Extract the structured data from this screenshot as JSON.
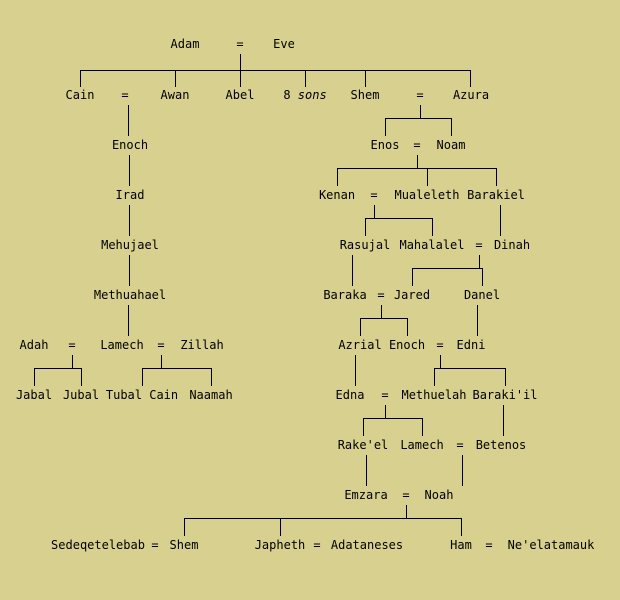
{
  "diagram": {
    "type": "family-tree",
    "colors": {
      "background": "#d8d08f",
      "line": "#000000",
      "text": "#000000"
    }
  },
  "glyphs": {
    "equals": "="
  },
  "people": {
    "adam": "Adam",
    "eve": "Eve",
    "cain": "Cain",
    "awan": "Awan",
    "abel": "Abel",
    "eight_sons_number": "8",
    "eight_sons_word": "sons",
    "shem": "Shem",
    "azura": "Azura",
    "enoch_line_cain": "Enoch",
    "irad": "Irad",
    "mehujael": "Mehujael",
    "methuahael": "Methuahael",
    "adah": "Adah",
    "lamech_line_cain": "Lamech",
    "zillah": "Zillah",
    "jabal": "Jabal",
    "jubal": "Jubal",
    "tubal_cain": "Tubal Cain",
    "naamah": "Naamah",
    "enos": "Enos",
    "noam": "Noam",
    "kenan": "Kenan",
    "mualeleth": "Mualeleth",
    "barakiel": "Barakiel",
    "rasujal": "Rasujal",
    "mahalalel": "Mahalalel",
    "dinah": "Dinah",
    "baraka": "Baraka",
    "jared": "Jared",
    "danel": "Danel",
    "azrial": "Azrial",
    "enoch_line_seth": "Enoch",
    "edni": "Edni",
    "edna": "Edna",
    "methuelah": "Methuelah",
    "barakiil": "Baraki'il",
    "rakeel": "Rake'el",
    "lamech_line_seth": "Lamech",
    "betenos": "Betenos",
    "emzara": "Emzara",
    "noah": "Noah",
    "sedeqetelebab": "Sedeqetelebab",
    "shem_son_of_noah": "Shem",
    "japheth": "Japheth",
    "adataneses": "Adataneses",
    "ham": "Ham",
    "neelatamauk": "Ne'elatamauk"
  },
  "genealogy": [
    {
      "parents": [
        "Adam",
        "Eve"
      ],
      "children": [
        "Cain",
        "Awan",
        "Abel",
        "8 sons",
        "Shem",
        "Azura"
      ]
    },
    {
      "parents": [
        "Cain",
        "Awan"
      ],
      "children": [
        "Enoch"
      ]
    },
    {
      "parents": [
        "Enoch"
      ],
      "children": [
        "Irad"
      ]
    },
    {
      "parents": [
        "Irad"
      ],
      "children": [
        "Mehujael"
      ]
    },
    {
      "parents": [
        "Mehujael"
      ],
      "children": [
        "Methuahael"
      ]
    },
    {
      "parents": [
        "Methuahael"
      ],
      "children": [
        "Lamech"
      ]
    },
    {
      "parents": [
        "Adah",
        "Lamech"
      ],
      "children": [
        "Jabal",
        "Jubal"
      ]
    },
    {
      "parents": [
        "Lamech",
        "Zillah"
      ],
      "children": [
        "Tubal Cain",
        "Naamah"
      ]
    },
    {
      "parents": [
        "Shem",
        "Azura"
      ],
      "children": [
        "Enos",
        "Noam"
      ]
    },
    {
      "parents": [
        "Enos",
        "Noam"
      ],
      "children": [
        "Kenan",
        "Mualeleth",
        "Barakiel"
      ]
    },
    {
      "parents": [
        "Kenan",
        "Mualeleth"
      ],
      "children": [
        "Rasujal",
        "Mahalalel"
      ]
    },
    {
      "parents": [
        "Barakiel"
      ],
      "children": [
        "Dinah"
      ]
    },
    {
      "parents": [
        "Mahalalel",
        "Dinah"
      ],
      "children": [
        "Jared",
        "Danel"
      ]
    },
    {
      "parents": [
        "Rasujal"
      ],
      "children": [
        "Baraka"
      ]
    },
    {
      "parents": [
        "Baraka",
        "Jared"
      ],
      "children": [
        "Azrial",
        "Enoch"
      ]
    },
    {
      "parents": [
        "Danel"
      ],
      "children": [
        "Edni"
      ]
    },
    {
      "parents": [
        "Enoch",
        "Edni"
      ],
      "children": [
        "Methuelah",
        "Baraki'il"
      ]
    },
    {
      "parents": [
        "Azrial"
      ],
      "children": [
        "Edna"
      ]
    },
    {
      "parents": [
        "Edna",
        "Methuelah"
      ],
      "children": [
        "Rake'el",
        "Lamech"
      ]
    },
    {
      "parents": [
        "Baraki'il"
      ],
      "children": [
        "Betenos"
      ]
    },
    {
      "parents": [
        "Lamech",
        "Betenos"
      ],
      "children": [
        "Noah"
      ]
    },
    {
      "parents": [
        "Rake'el"
      ],
      "children": [
        "Emzara"
      ]
    },
    {
      "parents": [
        "Emzara",
        "Noah"
      ],
      "children": [
        "Shem",
        "Japheth",
        "Ham"
      ]
    },
    {
      "spouses": [
        "Sedeqetelebab",
        "Shem"
      ]
    },
    {
      "spouses": [
        "Japheth",
        "Adataneses"
      ]
    },
    {
      "spouses": [
        "Ham",
        "Ne'elatamauk"
      ]
    }
  ]
}
